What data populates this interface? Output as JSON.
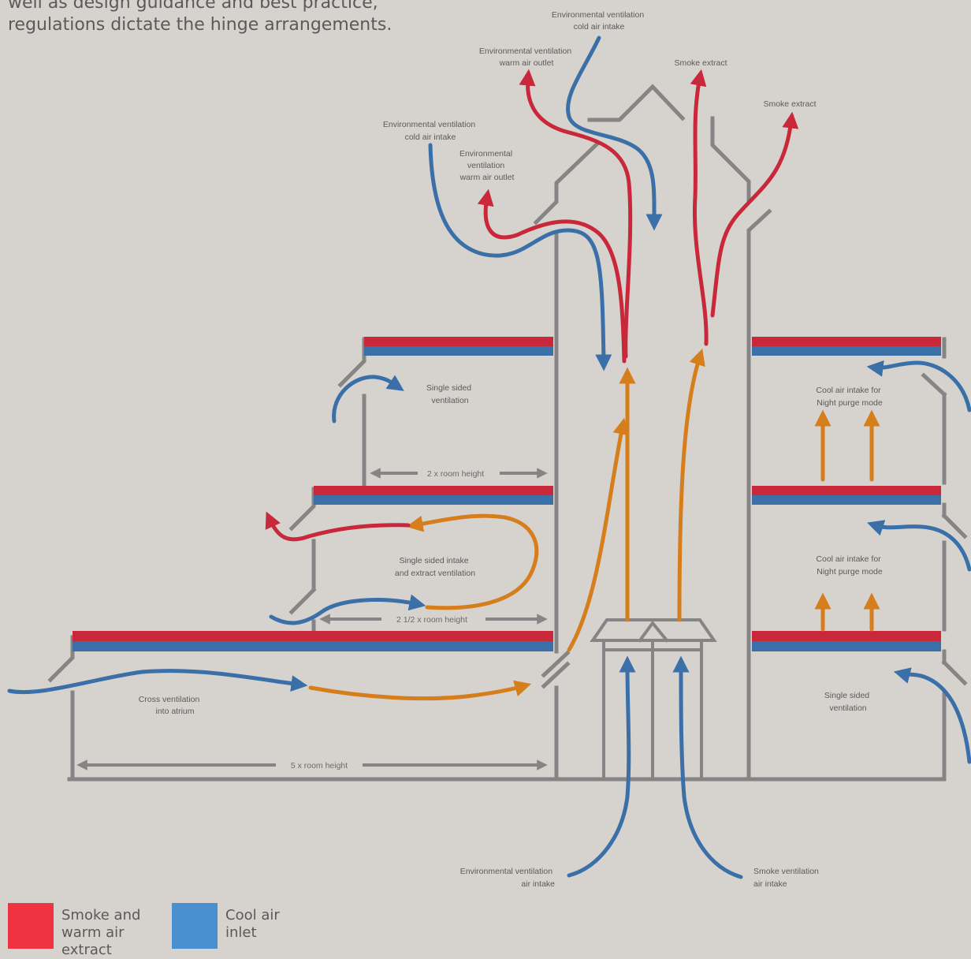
{
  "intro_text": "well as design guidance and best practice, regulations dictate the hinge arrangements.",
  "labels": {
    "env_cold_intake_top": [
      "Environmental ventilation",
      "cold air intake"
    ],
    "env_warm_outlet_top": [
      "Environmental ventilation",
      "warm air outlet"
    ],
    "smoke_extract_1": [
      "Smoke extract"
    ],
    "smoke_extract_2": [
      "Smoke extract"
    ],
    "env_cold_intake_left": [
      "Environmental ventilation",
      "cold air intake"
    ],
    "env_warm_outlet_left": [
      "Environmental",
      "ventilation",
      "warm air outlet"
    ],
    "single_sided_top": [
      "Single sided",
      "ventilation"
    ],
    "single_sided_intake_extract": [
      "Single sided intake",
      "and extract ventilation"
    ],
    "cross_ventilation": [
      "Cross ventilation",
      "into atrium"
    ],
    "night_purge_1": [
      "Cool air intake for",
      "Night purge mode"
    ],
    "night_purge_2": [
      "Cool air intake for",
      "Night purge mode"
    ],
    "single_sided_right": [
      "Single sided",
      "ventilation"
    ],
    "env_air_intake_bottom": [
      "Environmental ventilation",
      "air intake"
    ],
    "smoke_air_intake_bottom": [
      "Smoke ventilation",
      "air intake"
    ]
  },
  "dimensions": {
    "two_room_height": "2 x room height",
    "two_half_room_height": "2 1/2 x room height",
    "five_room_height": "5 x room height"
  },
  "legend": [
    {
      "label": "Smoke and warm air extract",
      "color": "#ef3340"
    },
    {
      "label": "Cool air inlet",
      "color": "#4a8fd0"
    }
  ],
  "colors": {
    "warm": "#c8283a",
    "cool": "#3a6fa8",
    "orange": "#d67e1c",
    "structure": "#858585",
    "background": "#d6d3cf"
  }
}
